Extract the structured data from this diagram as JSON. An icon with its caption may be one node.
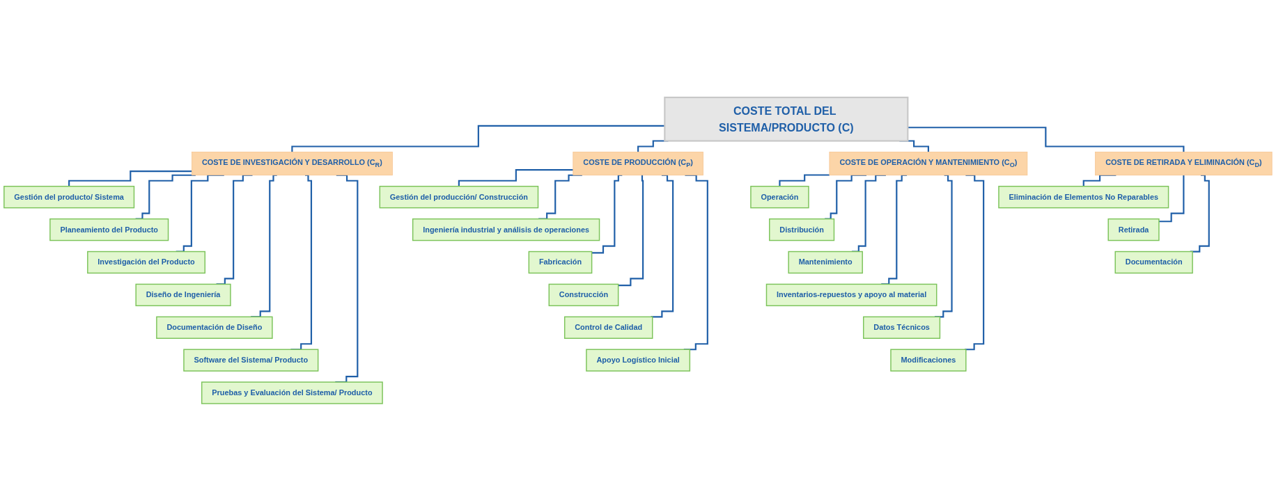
{
  "diagram": {
    "nodes": [
      {
        "text": [
          "COSTE TOTAL DEL SISTEMA/PRODUCTO (C)"
        ]
      },
      {
        "text": [
          "COSTE DE INVESTIGACIÓN Y DESARROLLO (C$_{R}$)"
        ]
      },
      {
        "text": [
          "Gestión del producto/ Sistema"
        ]
      },
      {
        "text": [
          "Planeamiento del Producto"
        ]
      },
      {
        "text": [
          "Investigación del Producto"
        ]
      },
      {
        "text": [
          "Diseño de Ingeniería"
        ]
      },
      {
        "text": [
          "Documentación de Diseño"
        ]
      },
      {
        "text": [
          "Software del Sistema/ Producto"
        ]
      },
      {
        "text": [
          "Pruebas y Evaluación del Sistema/ Producto"
        ]
      },
      {
        "text": [
          "COSTE DE PRODUCCIÓN (C$_{P}$)"
        ]
      },
      {
        "text": [
          "Gestión del producción/ Construcción"
        ]
      },
      {
        "text": [
          "Ingeniería industrial y análisis de operaciones"
        ]
      },
      {
        "text": [
          "Fabricación"
        ]
      },
      {
        "text": [
          "Construcción"
        ]
      },
      {
        "text": [
          "Control de Calidad"
        ]
      },
      {
        "text": [
          "Apoyo Logístico Inicial"
        ]
      },
      {
        "text": [
          "COSTE DE OPERACIÓN Y MANTENIMIENTO (C$_{O}$)"
        ]
      },
      {
        "text": [
          "Operación"
        ]
      },
      {
        "text": [
          "Distribución"
        ]
      },
      {
        "text": [
          "Mantenimiento"
        ]
      },
      {
        "text": [
          "Inventarios-repuestos y apoyo al material"
        ]
      },
      {
        "text": [
          "Datos Técnicos"
        ]
      },
      {
        "text": [
          "Modificaciones"
        ]
      },
      {
        "text": [
          "COSTE DE RETIRADA Y ELIMINACIÓN (C$_{D}$)"
        ]
      },
      {
        "text": [
          "Eliminación de Elementos No Reparables"
        ]
      },
      {
        "text": [
          "Retirada"
        ]
      },
      {
        "text": [
          "Documentación"
        ]
      }
    ],
    "edges": [
      {
        "from": 0,
        "to": 1,
        "arrow": "none"
      },
      {
        "from": 0,
        "to": 9,
        "arrow": "none"
      },
      {
        "from": 0,
        "to": 16,
        "arrow": "none"
      },
      {
        "from": 0,
        "to": 23,
        "arrow": "none"
      },
      {
        "from": 1,
        "to": 2,
        "arrow": "none"
      },
      {
        "from": 1,
        "to": 3,
        "arrow": "none"
      },
      {
        "from": 1,
        "to": 4,
        "arrow": "none"
      },
      {
        "from": 1,
        "to": 5,
        "arrow": "none"
      },
      {
        "from": 1,
        "to": 6,
        "arrow": "none"
      },
      {
        "from": 1,
        "to": 7,
        "arrow": "none"
      },
      {
        "from": 1,
        "to": 8,
        "arrow": "none"
      },
      {
        "from": 9,
        "to": 10,
        "arrow": "none"
      },
      {
        "from": 9,
        "to": 11,
        "arrow": "none"
      },
      {
        "from": 9,
        "to": 12,
        "arrow": "none"
      },
      {
        "from": 9,
        "to": 13,
        "arrow": "none"
      },
      {
        "from": 9,
        "to": 14,
        "arrow": "none"
      },
      {
        "from": 9,
        "to": 15,
        "arrow": "none"
      },
      {
        "from": 16,
        "to": 17,
        "arrow": "none"
      },
      {
        "from": 16,
        "to": 18,
        "arrow": "none"
      },
      {
        "from": 16,
        "to": 19,
        "arrow": "none"
      },
      {
        "from": 16,
        "to": 20,
        "arrow": "none"
      },
      {
        "from": 16,
        "to": 21,
        "arrow": "none"
      },
      {
        "from": 16,
        "to": 22,
        "arrow": "none"
      },
      {
        "from": 23,
        "to": 24,
        "arrow": "none"
      },
      {
        "from": 23,
        "to": 25,
        "arrow": "none"
      },
      {
        "from": 23,
        "to": 26,
        "arrow": "none"
      }
    ]
  }
}
